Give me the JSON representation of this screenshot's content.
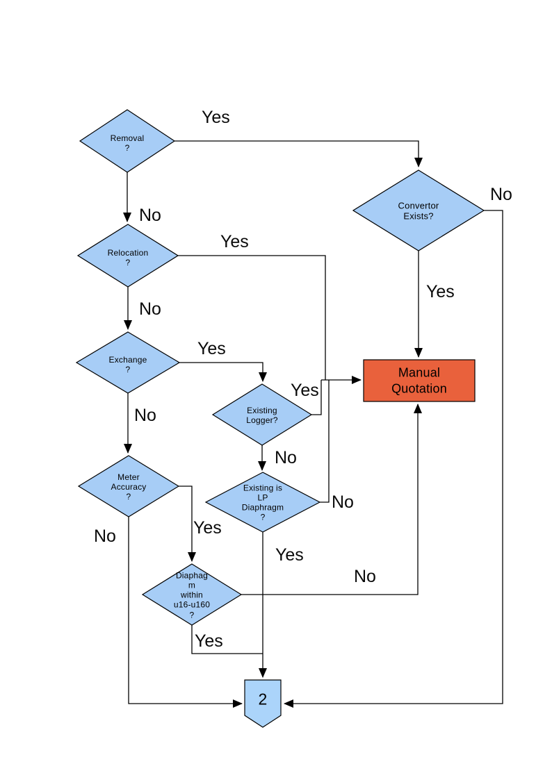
{
  "diagram": {
    "type": "flowchart",
    "colors": {
      "node_fill": "#a7cdf6",
      "connector_fill": "#abd4fa",
      "mq_fill": "#e9613c",
      "node_border": "#000000",
      "line": "#000000",
      "background": "#ffffff"
    },
    "nodes": {
      "removal": {
        "label": "Removal\n?",
        "shape": "diamond"
      },
      "relocation": {
        "label": "Relocation\n?",
        "shape": "diamond"
      },
      "exchange": {
        "label": "Exchange\n?",
        "shape": "diamond"
      },
      "convertor": {
        "label": "Convertor\nExists?",
        "shape": "diamond"
      },
      "existing_logger": {
        "label": "Existing\nLogger?",
        "shape": "diamond"
      },
      "meter_accuracy": {
        "label": "Meter\nAccuracy\n?",
        "shape": "diamond"
      },
      "existing_lp": {
        "label": "Existing is\nLP\nDiaphragm\n?",
        "shape": "diamond"
      },
      "diaphragm_range": {
        "label": "Diaphag\nm\nwithin\nu16-u160\n?",
        "shape": "diamond"
      },
      "manual_quotation": {
        "label": "Manual\nQuotation",
        "shape": "rectangle"
      },
      "connector_2": {
        "label": "2",
        "shape": "off-page-connector"
      }
    },
    "edge_labels": {
      "removal_yes": "Yes",
      "removal_no": "No",
      "relocation_yes": "Yes",
      "relocation_no": "No",
      "exchange_yes": "Yes",
      "exchange_no": "No",
      "convertor_yes": "Yes",
      "convertor_no": "No",
      "logger_yes": "Yes",
      "logger_no": "No",
      "lp_yes": "Yes",
      "lp_no": "No",
      "meter_yes": "Yes",
      "meter_no": "No",
      "diaphragm_yes": "Yes",
      "diaphragm_no": "No"
    }
  }
}
